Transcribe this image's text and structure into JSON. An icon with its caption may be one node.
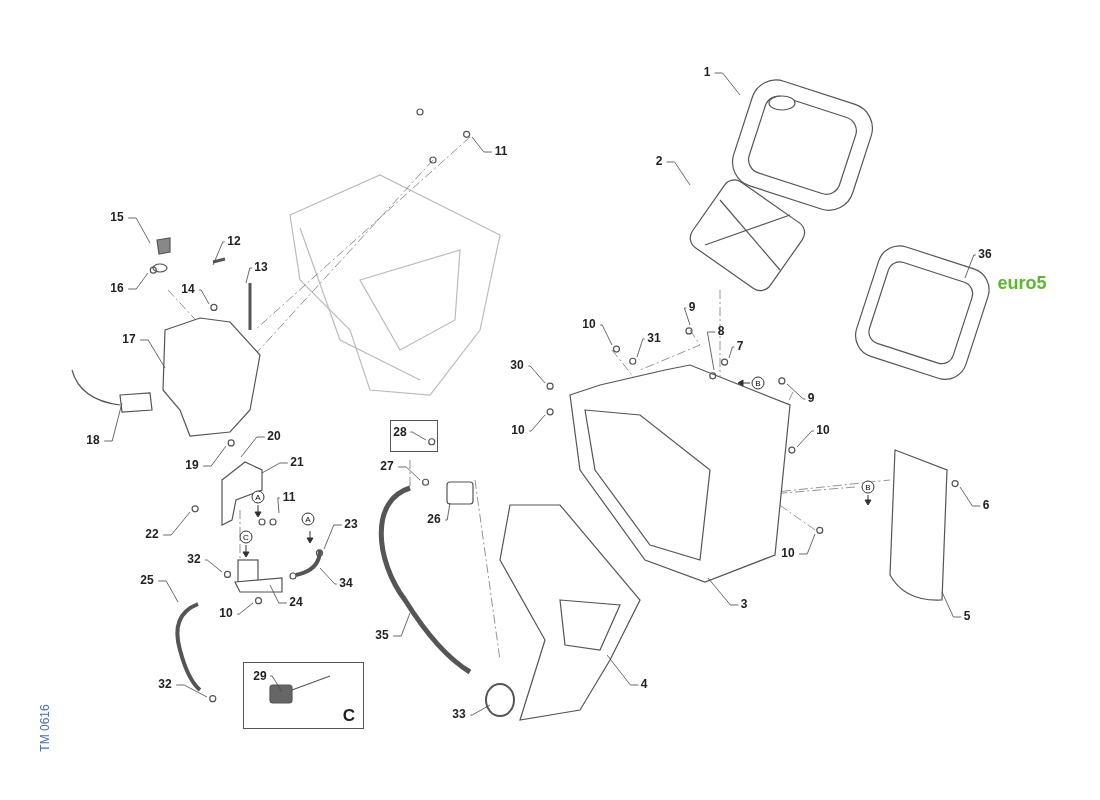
{
  "diagram": {
    "nodes": [
      {
        "text": [
          "1"
        ]
      },
      {
        "text": [
          "11"
        ]
      },
      {
        "text": [
          "2"
        ]
      },
      {
        "text": [
          "15"
        ]
      },
      {
        "text": [
          "12"
        ]
      },
      {
        "text": [
          "13"
        ]
      },
      {
        "text": [
          "16"
        ]
      },
      {
        "text": [
          "14"
        ]
      },
      {
        "text": [
          "36"
        ]
      },
      {
        "text": [
          "9"
        ]
      },
      {
        "text": [
          "10"
        ]
      },
      {
        "text": [
          "31"
        ]
      },
      {
        "text": [
          "8"
        ]
      },
      {
        "text": [
          "7"
        ]
      },
      {
        "text": [
          "17"
        ]
      },
      {
        "text": [
          "30"
        ]
      },
      {
        "text": [
          "9"
        ]
      },
      {
        "text": [
          "18"
        ]
      },
      {
        "text": [],
        "shape": "box"
      },
      {
        "text": [
          "28"
        ],
        "in": 18
      },
      {
        "text": [
          "10"
        ]
      },
      {
        "text": [
          "10"
        ]
      },
      {
        "text": [
          "20"
        ]
      },
      {
        "text": [
          "19"
        ]
      },
      {
        "text": [
          "21"
        ]
      },
      {
        "text": [
          "27"
        ]
      },
      {
        "text": [
          "11"
        ]
      },
      {
        "text": [
          "6"
        ]
      },
      {
        "text": [
          "26"
        ]
      },
      {
        "text": [
          "23"
        ]
      },
      {
        "text": [
          "22"
        ]
      },
      {
        "text": [
          "10"
        ]
      },
      {
        "text": [
          "32"
        ]
      },
      {
        "text": [
          "25"
        ]
      },
      {
        "text": [
          "34"
        ]
      },
      {
        "text": [
          "24"
        ]
      },
      {
        "text": [
          "3"
        ]
      },
      {
        "text": [
          "10"
        ]
      },
      {
        "text": [
          "5"
        ]
      },
      {
        "text": [
          "35"
        ]
      },
      {
        "text": [
          "C"
        ]
      },
      {
        "text": [
          "29"
        ],
        "in": 40
      },
      {
        "text": [
          "4"
        ]
      },
      {
        "text": [
          "32"
        ]
      },
      {
        "text": [
          "33"
        ]
      }
    ],
    "edges": [
      {
        "from": 0,
        "to": null,
        "arrow": "none"
      },
      {
        "from": 1,
        "to": null,
        "arrow": "none"
      },
      {
        "from": 2,
        "to": null,
        "arrow": "none"
      },
      {
        "from": 3,
        "to": null,
        "arrow": "none"
      },
      {
        "from": 4,
        "to": null,
        "arrow": "none"
      },
      {
        "from": 5,
        "to": null,
        "arrow": "none"
      },
      {
        "from": 6,
        "to": null,
        "arrow": "none"
      },
      {
        "from": 7,
        "to": null,
        "arrow": "none"
      },
      {
        "from": 8,
        "to": null,
        "arrow": "none"
      },
      {
        "from": 9,
        "to": null,
        "arrow": "none"
      },
      {
        "from": 10,
        "to": null,
        "arrow": "none"
      },
      {
        "from": 11,
        "to": null,
        "arrow": "none"
      },
      {
        "from": 12,
        "to": null,
        "arrow": "none"
      },
      {
        "from": 13,
        "to": null,
        "arrow": "none"
      },
      {
        "from": 14,
        "to": null,
        "arrow": "none"
      },
      {
        "from": 15,
        "to": null,
        "arrow": "none"
      },
      {
        "from": 16,
        "to": null,
        "arrow": "none"
      },
      {
        "from": 17,
        "to": null,
        "arrow": "none"
      },
      {
        "from": 19,
        "to": null,
        "arrow": "none"
      },
      {
        "from": 20,
        "to": null,
        "arrow": "none"
      },
      {
        "from": 21,
        "to": null,
        "arrow": "none"
      },
      {
        "from": 22,
        "to": null,
        "arrow": "none"
      },
      {
        "from": 23,
        "to": null,
        "arrow": "none"
      },
      {
        "from": 24,
        "to": null,
        "arrow": "none"
      },
      {
        "from": 25,
        "to": null,
        "arrow": "none"
      },
      {
        "from": 26,
        "to": null,
        "arrow": "none"
      },
      {
        "from": 27,
        "to": null,
        "arrow": "none"
      },
      {
        "from": 28,
        "to": null,
        "arrow": "none"
      },
      {
        "from": 29,
        "to": null,
        "arrow": "none"
      },
      {
        "from": 30,
        "to": null,
        "arrow": "none"
      },
      {
        "from": 31,
        "to": null,
        "arrow": "none"
      },
      {
        "from": 32,
        "to": null,
        "arrow": "none"
      },
      {
        "from": 33,
        "to": null,
        "arrow": "none"
      },
      {
        "from": 34,
        "to": null,
        "arrow": "none"
      },
      {
        "from": 35,
        "to": null,
        "arrow": "none"
      },
      {
        "from": 36,
        "to": null,
        "arrow": "none"
      },
      {
        "from": 37,
        "to": null,
        "arrow": "none"
      },
      {
        "from": 38,
        "to": null,
        "arrow": "none"
      },
      {
        "from": 39,
        "to": null,
        "arrow": "none"
      },
      {
        "from": 41,
        "to": null,
        "arrow": "none"
      },
      {
        "from": 42,
        "to": null,
        "arrow": "none"
      },
      {
        "from": 43,
        "to": null,
        "arrow": "none"
      },
      {
        "from": 44,
        "to": null,
        "arrow": "none"
      }
    ],
    "labels": [
      "euro5",
      "B",
      "A",
      "A",
      "C",
      "B",
      "TM 0616"
    ]
  }
}
